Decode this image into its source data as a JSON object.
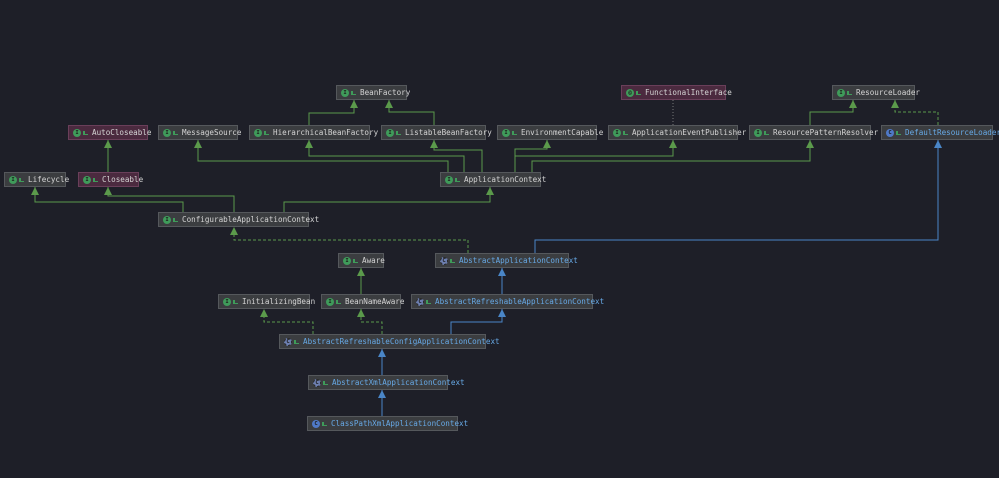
{
  "colors": {
    "interface_edge": "#5b9a4b",
    "class_edge": "#4a86c8",
    "background": "#1e1f28"
  },
  "nodes": [
    {
      "id": "BeanFactory",
      "label": "BeanFactory",
      "kind": "interface",
      "icon": "I"
    },
    {
      "id": "AutoCloseable",
      "label": "AutoCloseable",
      "kind": "interface",
      "icon": "I",
      "style": "annot"
    },
    {
      "id": "MessageSource",
      "label": "MessageSource",
      "kind": "interface",
      "icon": "I"
    },
    {
      "id": "HierarchicalBeanFactory",
      "label": "HierarchicalBeanFactory",
      "kind": "interface",
      "icon": "I"
    },
    {
      "id": "ListableBeanFactory",
      "label": "ListableBeanFactory",
      "kind": "interface",
      "icon": "I"
    },
    {
      "id": "EnvironmentCapable",
      "label": "EnvironmentCapable",
      "kind": "interface",
      "icon": "I"
    },
    {
      "id": "FunctionalInterface",
      "label": "FunctionalInterface",
      "kind": "annotation",
      "icon": "@",
      "style": "annot"
    },
    {
      "id": "ApplicationEventPublisher",
      "label": "ApplicationEventPublisher",
      "kind": "interface",
      "icon": "I"
    },
    {
      "id": "ResourceLoader",
      "label": "ResourceLoader",
      "kind": "interface",
      "icon": "I"
    },
    {
      "id": "ResourcePatternResolver",
      "label": "ResourcePatternResolver",
      "kind": "interface",
      "icon": "I"
    },
    {
      "id": "DefaultResourceLoader",
      "label": "DefaultResourceLoader",
      "kind": "class",
      "icon": "C"
    },
    {
      "id": "Lifecycle",
      "label": "Lifecycle",
      "kind": "interface",
      "icon": "I"
    },
    {
      "id": "Closeable",
      "label": "Closeable",
      "kind": "interface",
      "icon": "I",
      "style": "annot"
    },
    {
      "id": "ApplicationContext",
      "label": "ApplicationContext",
      "kind": "interface",
      "icon": "I"
    },
    {
      "id": "ConfigurableApplicationContext",
      "label": "ConfigurableApplicationContext",
      "kind": "interface",
      "icon": "I"
    },
    {
      "id": "Aware",
      "label": "Aware",
      "kind": "interface",
      "icon": "I"
    },
    {
      "id": "AbstractApplicationContext",
      "label": "AbstractApplicationContext",
      "kind": "abstract",
      "icon": "C"
    },
    {
      "id": "InitializingBean",
      "label": "InitializingBean",
      "kind": "interface",
      "icon": "I"
    },
    {
      "id": "BeanNameAware",
      "label": "BeanNameAware",
      "kind": "interface",
      "icon": "I"
    },
    {
      "id": "AbstractRefreshableApplicationContext",
      "label": "AbstractRefreshableApplicationContext",
      "kind": "abstract",
      "icon": "C"
    },
    {
      "id": "AbstractRefreshableConfigApplicationContext",
      "label": "AbstractRefreshableConfigApplicationContext",
      "kind": "abstract",
      "icon": "C"
    },
    {
      "id": "AbstractXmlApplicationContext",
      "label": "AbstractXmlApplicationContext",
      "kind": "abstract",
      "icon": "C"
    },
    {
      "id": "ClassPathXmlApplicationContext",
      "label": "ClassPathXmlApplicationContext",
      "kind": "class",
      "icon": "C"
    }
  ],
  "edges": [
    {
      "from": "HierarchicalBeanFactory",
      "to": "BeanFactory",
      "type": "extends-interface"
    },
    {
      "from": "ListableBeanFactory",
      "to": "BeanFactory",
      "type": "extends-interface"
    },
    {
      "from": "Closeable",
      "to": "AutoCloseable",
      "type": "extends-interface"
    },
    {
      "from": "ApplicationContext",
      "to": "MessageSource",
      "type": "extends-interface"
    },
    {
      "from": "ApplicationContext",
      "to": "HierarchicalBeanFactory",
      "type": "extends-interface"
    },
    {
      "from": "ApplicationContext",
      "to": "ListableBeanFactory",
      "type": "extends-interface"
    },
    {
      "from": "ApplicationContext",
      "to": "EnvironmentCapable",
      "type": "extends-interface"
    },
    {
      "from": "ApplicationContext",
      "to": "ApplicationEventPublisher",
      "type": "extends-interface"
    },
    {
      "from": "ApplicationContext",
      "to": "ResourcePatternResolver",
      "type": "extends-interface"
    },
    {
      "from": "ApplicationEventPublisher",
      "to": "FunctionalInterface",
      "type": "annotated"
    },
    {
      "from": "ResourcePatternResolver",
      "to": "ResourceLoader",
      "type": "extends-interface"
    },
    {
      "from": "DefaultResourceLoader",
      "to": "ResourceLoader",
      "type": "implements"
    },
    {
      "from": "ConfigurableApplicationContext",
      "to": "Lifecycle",
      "type": "extends-interface"
    },
    {
      "from": "ConfigurableApplicationContext",
      "to": "Closeable",
      "type": "extends-interface"
    },
    {
      "from": "ConfigurableApplicationContext",
      "to": "ApplicationContext",
      "type": "extends-interface"
    },
    {
      "from": "AbstractApplicationContext",
      "to": "ConfigurableApplicationContext",
      "type": "implements"
    },
    {
      "from": "AbstractApplicationContext",
      "to": "DefaultResourceLoader",
      "type": "extends-class"
    },
    {
      "from": "BeanNameAware",
      "to": "Aware",
      "type": "extends-interface"
    },
    {
      "from": "AbstractRefreshableApplicationContext",
      "to": "AbstractApplicationContext",
      "type": "extends-class"
    },
    {
      "from": "AbstractRefreshableConfigApplicationContext",
      "to": "InitializingBean",
      "type": "implements"
    },
    {
      "from": "AbstractRefreshableConfigApplicationContext",
      "to": "BeanNameAware",
      "type": "implements"
    },
    {
      "from": "AbstractRefreshableConfigApplicationContext",
      "to": "AbstractRefreshableApplicationContext",
      "type": "extends-class"
    },
    {
      "from": "AbstractXmlApplicationContext",
      "to": "AbstractRefreshableConfigApplicationContext",
      "type": "extends-class"
    },
    {
      "from": "ClassPathXmlApplicationContext",
      "to": "AbstractXmlApplicationContext",
      "type": "extends-class"
    }
  ]
}
